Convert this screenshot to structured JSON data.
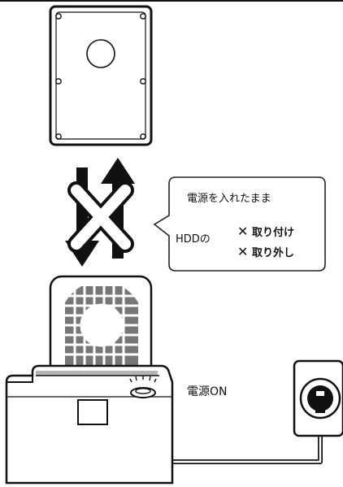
{
  "callout": {
    "line1": "電源を入れたまま",
    "line2": "HDDの",
    "item1": "取り付け",
    "item2": "取り外し",
    "mark": "✕"
  },
  "power_label": "電源ON",
  "colors": {
    "ink": "#111111",
    "dock_fill": "#ffffff",
    "label_strip": "#b5b5b5",
    "fan_block": "#7a7a7a",
    "callout_border": "#222222"
  },
  "icons": [
    "hard-drive-icon",
    "swap-arrows-icon",
    "prohibited-cross-icon",
    "docking-station-icon",
    "power-outlet-icon",
    "power-button-icon"
  ]
}
